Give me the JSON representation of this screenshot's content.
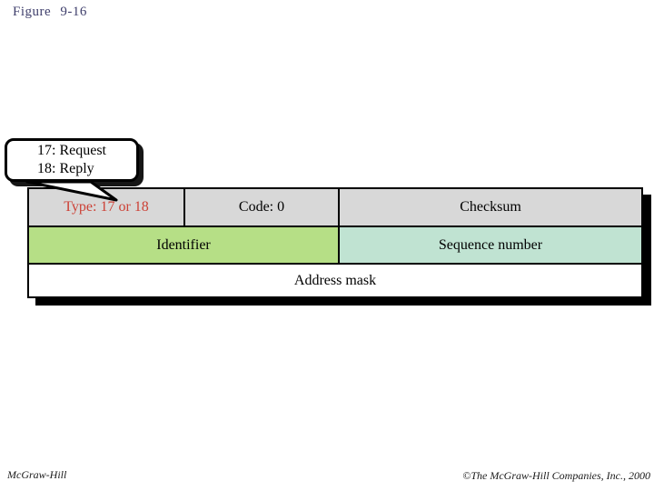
{
  "slide": {
    "title": "Figure  9-16",
    "footer_left": "McGraw-Hill",
    "footer_right": "©The McGraw-Hill Companies, Inc., 2000"
  },
  "callout": {
    "line1": "17: Request",
    "line2": "18: Reply"
  },
  "diagram": {
    "rows": [
      {
        "cells": [
          {
            "label": "Type: 17 or 18"
          },
          {
            "label": "Code: 0"
          },
          {
            "label": "Checksum"
          }
        ]
      },
      {
        "cells": [
          {
            "label": "Identifier"
          },
          {
            "label": "Sequence number"
          }
        ]
      },
      {
        "cells": [
          {
            "label": "Address mask"
          }
        ]
      }
    ],
    "colors": {
      "header_bg": "#d8d8d8",
      "identifier_bg": "#b6df86",
      "sequence_bg": "#c0e3d2",
      "type_text": "#cc4136",
      "title_text": "#3e3e6b",
      "shadow": "#000000"
    }
  }
}
